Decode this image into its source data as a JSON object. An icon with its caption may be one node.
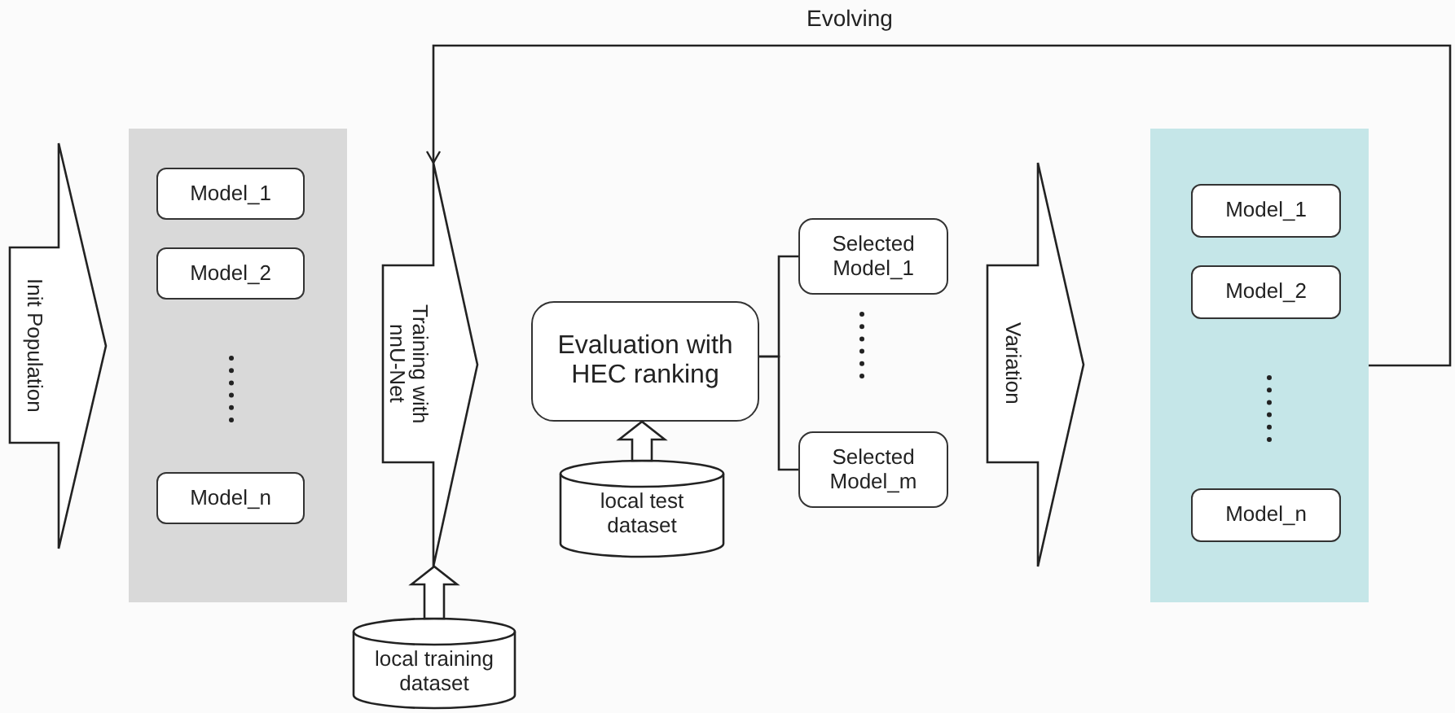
{
  "diagram": {
    "nodes": [
      {
        "text": [
          "Init Population"
        ]
      },
      {
        "text": [],
        "shape": "box"
      },
      {
        "text": [
          "Model_1"
        ],
        "in": 1
      },
      {
        "text": [
          "Model_2"
        ],
        "in": 1
      },
      {
        "text": [
          "Model_n"
        ],
        "in": 1
      },
      {
        "text": [
          "Training with nnU-Net"
        ]
      },
      {
        "text": [
          "Evaluation with HEC ranking"
        ]
      },
      {
        "text": [
          "Selected Model_1"
        ]
      },
      {
        "text": [
          "Selected Model_m"
        ]
      },
      {
        "text": [
          "Variation"
        ]
      },
      {
        "text": [],
        "shape": "box"
      },
      {
        "text": [
          "Model_1"
        ],
        "in": 10
      },
      {
        "text": [
          "Model_2"
        ],
        "in": 10
      },
      {
        "text": [
          "Model_n"
        ],
        "in": 10
      },
      {
        "text": [
          "local training dataset"
        ]
      },
      {
        "text": [
          "local test dataset"
        ]
      }
    ],
    "edges": [
      {
        "from": 10,
        "to": 5,
        "arrow": "to",
        "label": "Evolving"
      },
      {
        "from": 14,
        "to": 5,
        "arrow": "to",
        "style": "thick"
      },
      {
        "from": 15,
        "to": 6,
        "arrow": "to",
        "style": "thick"
      },
      {
        "from": 6,
        "to": 7,
        "arrow": "none"
      },
      {
        "from": 6,
        "to": 8,
        "arrow": "none"
      }
    ]
  }
}
